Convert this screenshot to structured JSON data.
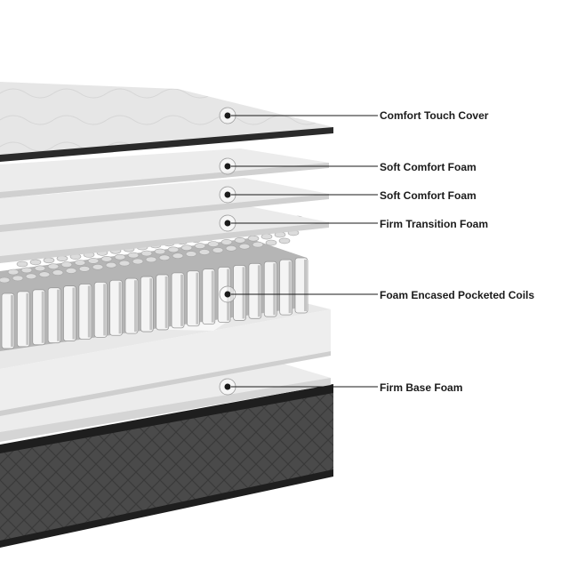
{
  "diagram": {
    "layers": [
      {
        "name": "Comfort Touch Cover"
      },
      {
        "name": "Soft Comfort Foam"
      },
      {
        "name": "Soft Comfort Foam"
      },
      {
        "name": "Firm Transition Foam"
      },
      {
        "name": "Foam Encased Pocketed Coils"
      },
      {
        "name": "Firm Base Foam"
      }
    ]
  },
  "colors": {
    "foam": "#e9e9e9",
    "foam_edge": "#cfcfcf",
    "cover": "#e4e4e4",
    "base_fabric": "#4a4a4a",
    "base_dark": "#1e1e1e",
    "coil": "#f4f4f4",
    "coil_shadow": "#9a9a9a",
    "leader": "#1a1a1a"
  }
}
